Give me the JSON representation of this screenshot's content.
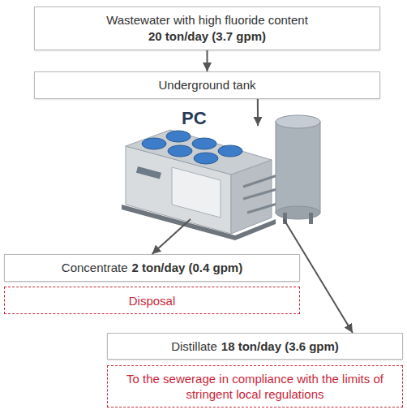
{
  "diagram": {
    "nodes": [
      {
        "text": [
          "Wastewater with high fluoride content",
          "20 ton/day (3.7 gpm)"
        ]
      },
      {
        "text": [
          "Underground tank"
        ]
      },
      {
        "text": [
          "PC"
        ]
      },
      {
        "text": [
          "Concentrate",
          "2 ton/day (0.4 gpm)"
        ]
      },
      {
        "text": [
          "Disposal"
        ]
      },
      {
        "text": [
          "Distillate",
          "18 ton/day (3.6 gpm)"
        ]
      },
      {
        "text": [
          "To the sewerage in compliance with the limits of stringent local regulations"
        ]
      }
    ],
    "edges": [
      {
        "from": 0,
        "to": 1,
        "arrow": "to"
      },
      {
        "from": 1,
        "to": 2,
        "arrow": "to"
      },
      {
        "from": 2,
        "to": 3,
        "arrow": "to"
      },
      {
        "from": 2,
        "to": 5,
        "arrow": "to"
      }
    ]
  }
}
